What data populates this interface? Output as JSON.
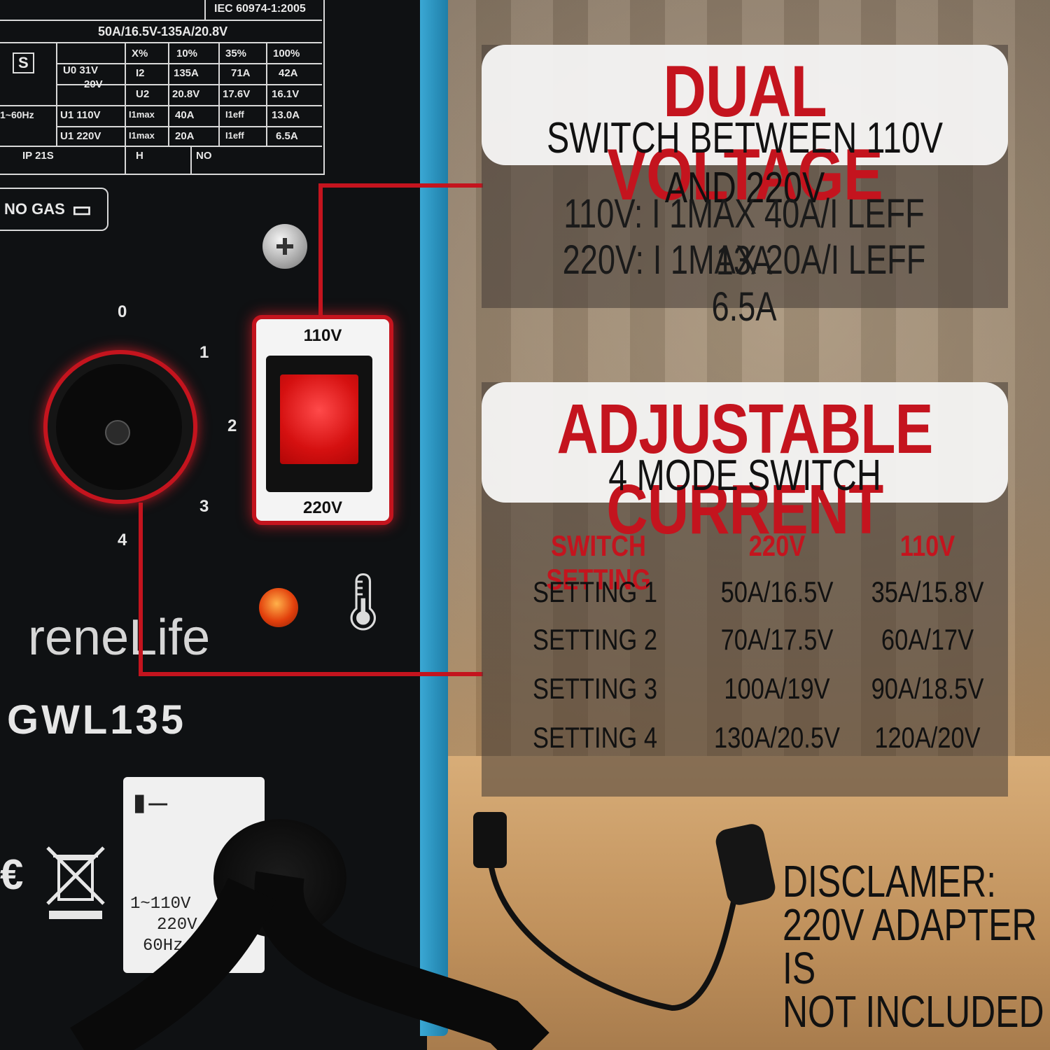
{
  "spec_plate": {
    "standard": "IEC 60974-1:2005",
    "range": "50A/16.5V-135A/20.8V",
    "s_mark": "S",
    "u0_label": "U0 31V",
    "u0_sub": "20V",
    "freq": "1~60Hz",
    "headers": [
      "X%",
      "10%",
      "35%",
      "100%"
    ],
    "row_i2": [
      "I2",
      "135A",
      "71A",
      "42A"
    ],
    "row_u2": [
      "U2",
      "20.8V",
      "17.6V",
      "16.1V"
    ],
    "row_u1_110": [
      "U1 110V",
      "I1max",
      "40A",
      "I1eff",
      "13.0A"
    ],
    "row_u1_220": [
      "U1 220V",
      "I1max",
      "20A",
      "I1eff",
      "6.5A"
    ],
    "ip": "IP 21S",
    "h": "H",
    "no": "NO"
  },
  "no_gas": "NO GAS",
  "dial": [
    "0",
    "1",
    "2",
    "3",
    "4"
  ],
  "voltage_switch": {
    "top": "110V",
    "bottom": "220V"
  },
  "brand": "reneLife",
  "model": "GWL135",
  "power_label": [
    "1~110V",
    "220V",
    "60Hz"
  ],
  "dual_voltage": {
    "title": "DUAL VOLTAGE",
    "subtitle": "SWITCH BETWEEN 110V AND 220V",
    "lines": [
      "110V: I 1MAX 40A/I LEFF 13A",
      "220V: I 1MAX 20A/I LEFF 6.5A"
    ]
  },
  "adjustable_current": {
    "title": "ADJUSTABLE CURRENT",
    "subtitle": "4 MODE SWITCH",
    "headers": [
      "SWITCH SETTING",
      "220V",
      "110V"
    ],
    "rows": [
      [
        "SETTING 1",
        "50A/16.5V",
        "35A/15.8V"
      ],
      [
        "SETTING 2",
        "70A/17.5V",
        "60A/17V"
      ],
      [
        "SETTING 3",
        "100A/19V",
        "90A/18.5V"
      ],
      [
        "SETTING 4",
        "130A/20.5V",
        "120A/20V"
      ]
    ]
  },
  "disclaimer": [
    "DISCLAMER:",
    "220V ADAPTER IS",
    "NOT INCLUDED"
  ],
  "colors": {
    "accent_red": "#c4141e",
    "machine_blue": "#2a95c2",
    "machine_black": "#0f1113"
  }
}
